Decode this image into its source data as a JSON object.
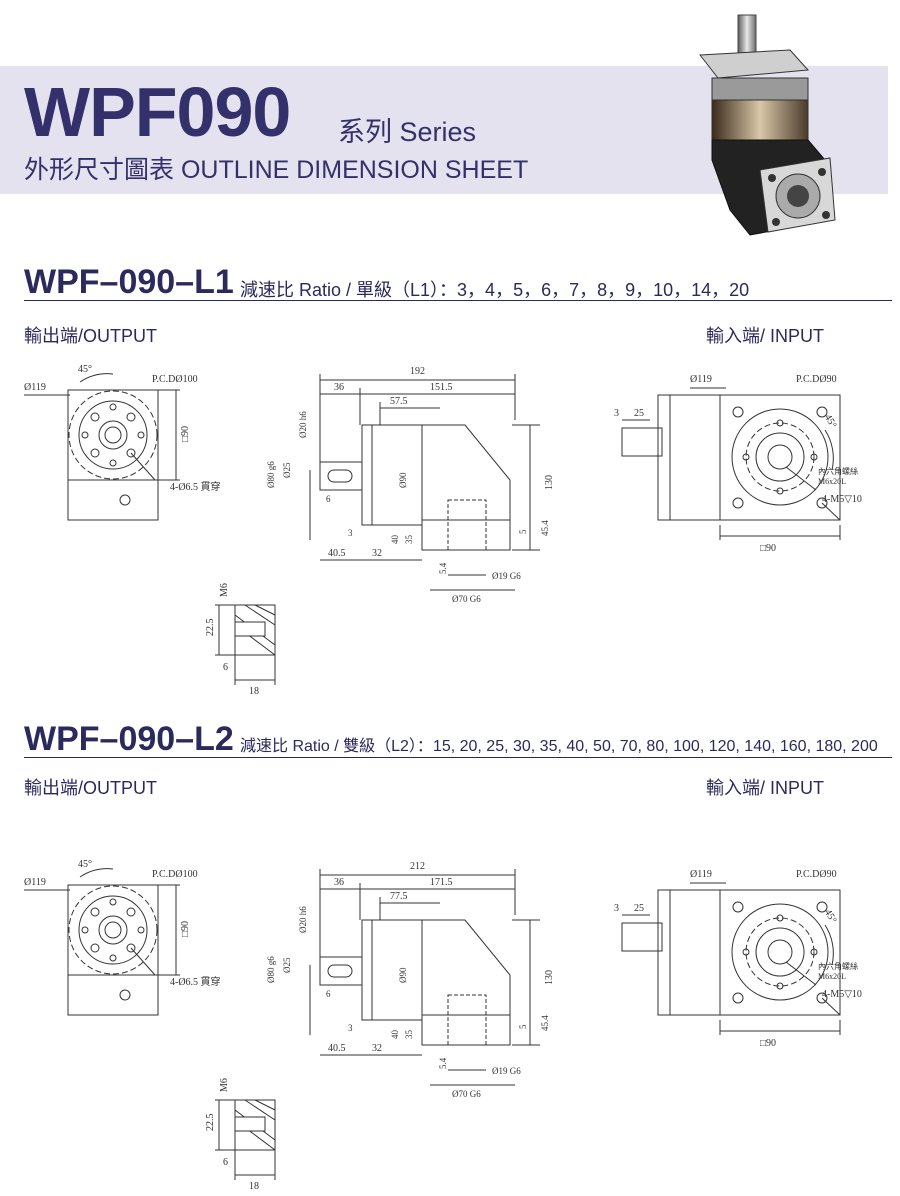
{
  "header": {
    "model": "WPF090",
    "series": "系列 Series",
    "subtitle": "外形尺寸圖表 OUTLINE DIMENSION SHEET"
  },
  "sections": [
    {
      "model": "WPF–090–L1",
      "ratio": "減速比 Ratio / 單級（L1）：3，4，5，6，7，8，9，10，14，20",
      "output_label": "輸出端/OUTPUT",
      "input_label": "輸入端/ INPUT",
      "dims": {
        "total_len": "192",
        "len_a": "36",
        "len_b": "151.5",
        "len_c": "57.5",
        "d_shaft": "Ø20 h6",
        "d_pilot": "Ø80 g6",
        "d_key": "Ø25",
        "key_w": "6",
        "d_90": "Ø90",
        "h_130": "130",
        "d_3": "3",
        "l_405": "40.5",
        "l_32": "32",
        "l_40": "40",
        "l_35": "35",
        "l_5": "5",
        "l_454": "45.4",
        "l_54": "5.4",
        "d_19": "Ø19 G6",
        "d_70": "Ø70 G6",
        "out_d119": "Ø119",
        "out_45": "45°",
        "out_pcd": "P.C.DØ100",
        "out_sq90": "□90",
        "out_holes": "4-Ø6.5 貫穿",
        "in_d119": "Ø119",
        "in_pcd": "P.C.DØ90",
        "in_3": "3",
        "in_25": "25",
        "in_45": "45°",
        "in_screw": "內六角螺絲",
        "in_screw2": "M6x20L",
        "in_sq90": "□90",
        "in_m5": "4-M5▽10",
        "key_m6": "M6",
        "key_225": "22.5",
        "key_6": "6",
        "key_18": "18"
      }
    },
    {
      "model": "WPF–090–L2",
      "ratio": "減速比 Ratio / 雙級（L2）：15, 20, 25, 30, 35, 40, 50, 70, 80, 100, 120, 140, 160, 180, 200",
      "output_label": "輸出端/OUTPUT",
      "input_label": "輸入端/ INPUT",
      "dims": {
        "total_len": "212",
        "len_a": "36",
        "len_b": "171.5",
        "len_c": "77.5",
        "d_shaft": "Ø20 h6",
        "d_pilot": "Ø80 g6",
        "d_key": "Ø25",
        "key_w": "6",
        "d_90": "Ø90",
        "h_130": "130",
        "d_3": "3",
        "l_405": "40.5",
        "l_32": "32",
        "l_40": "40",
        "l_35": "35",
        "l_5": "5",
        "l_454": "45.4",
        "l_54": "5.4",
        "d_19": "Ø19 G6",
        "d_70": "Ø70 G6",
        "out_d119": "Ø119",
        "out_45": "45°",
        "out_pcd": "P.C.DØ100",
        "out_sq90": "□90",
        "out_holes": "4-Ø6.5 貫穿",
        "in_d119": "Ø119",
        "in_pcd": "P.C.DØ90",
        "in_3": "3",
        "in_25": "25",
        "in_45": "45°",
        "in_screw": "內六角螺絲",
        "in_screw2": "M6x20L",
        "in_sq90": "□90",
        "in_m5": "4-M5▽10",
        "key_m6": "M6",
        "key_225": "22.5",
        "key_6": "6",
        "key_18": "18"
      }
    }
  ]
}
